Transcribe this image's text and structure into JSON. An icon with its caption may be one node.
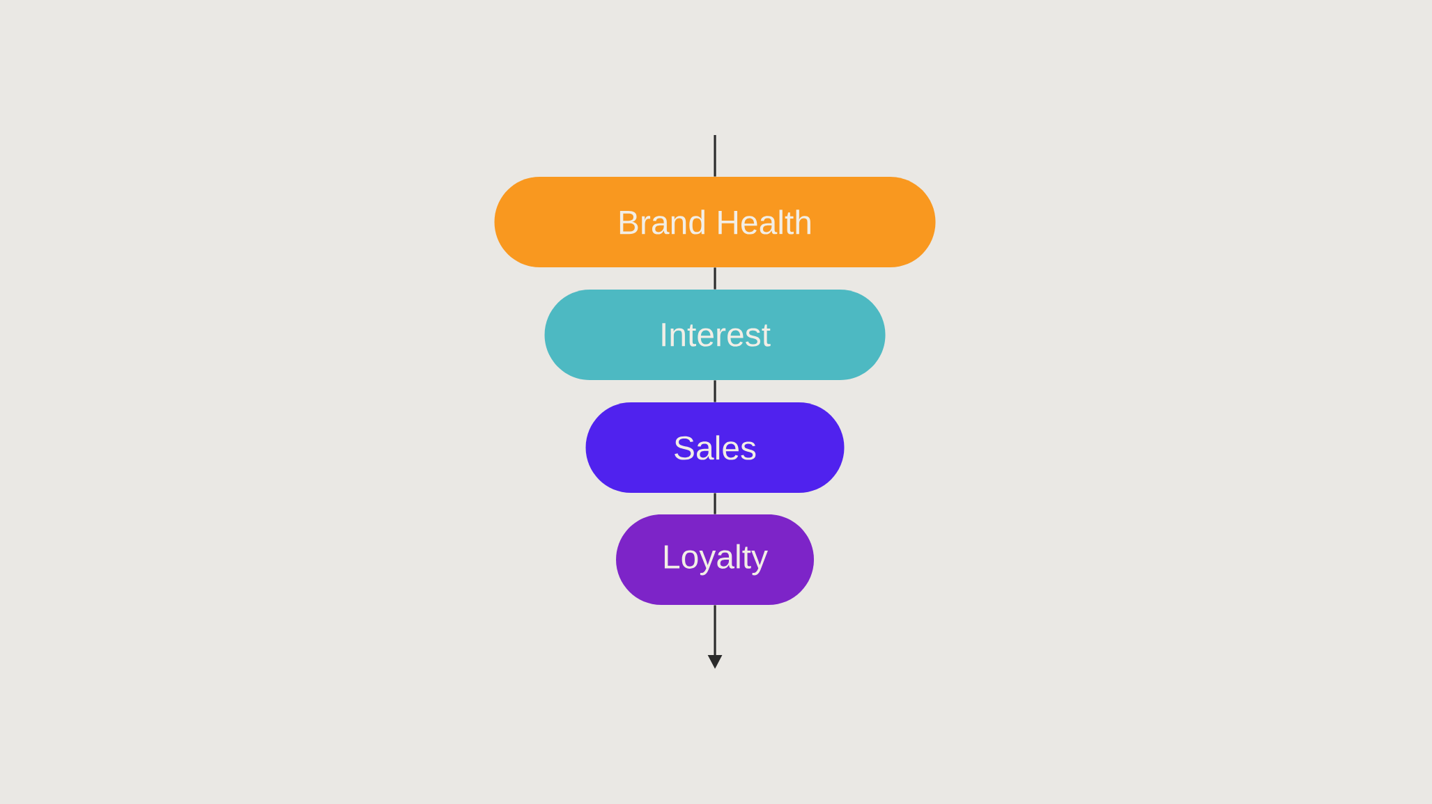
{
  "diagram": {
    "nodes": [
      {
        "text": [
          "Brand Health"
        ]
      },
      {
        "text": [
          "Interest"
        ]
      },
      {
        "text": [
          "Sales"
        ]
      },
      {
        "text": [
          "Loyalty"
        ]
      }
    ],
    "edges": [
      {
        "from": null,
        "to": 0,
        "arrow": "none"
      },
      {
        "from": 0,
        "to": 1,
        "arrow": "none"
      },
      {
        "from": 1,
        "to": 2,
        "arrow": "none"
      },
      {
        "from": 2,
        "to": 3,
        "arrow": "none"
      },
      {
        "from": 3,
        "to": null,
        "arrow": "to"
      }
    ]
  }
}
